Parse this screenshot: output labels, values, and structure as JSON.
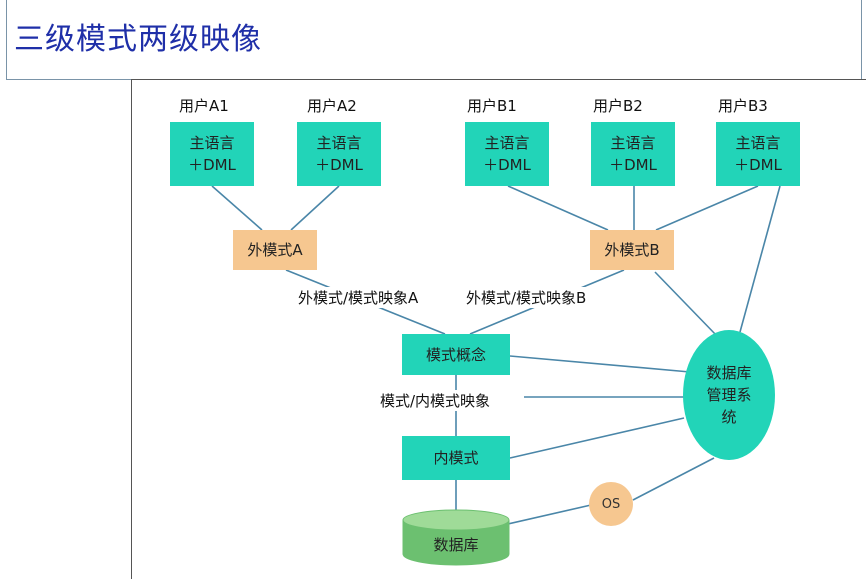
{
  "title": "三级模式两级映像",
  "users": {
    "a1": "用户A1",
    "a2": "用户A2",
    "b1": "用户B1",
    "b2": "用户B2",
    "b3": "用户B3"
  },
  "app_box": {
    "line1": "主语言",
    "line2": "＋DML"
  },
  "external_a": "外模式A",
  "external_b": "外模式B",
  "mapping_a": "外模式/模式映象A",
  "mapping_b": "外模式/模式映象B",
  "conceptual": "模式概念",
  "internal_mapping": "模式/内模式映象",
  "internal": "内模式",
  "database": "数据库",
  "dbms": {
    "line1": "数据库",
    "line2": "管理系",
    "line3": "统"
  },
  "os": "OS",
  "colors": {
    "title": "#1f2fa8",
    "teal": "#22d4b8",
    "orange": "#f6c790",
    "line": "#4a86a8",
    "database_green": "#6cc070"
  }
}
